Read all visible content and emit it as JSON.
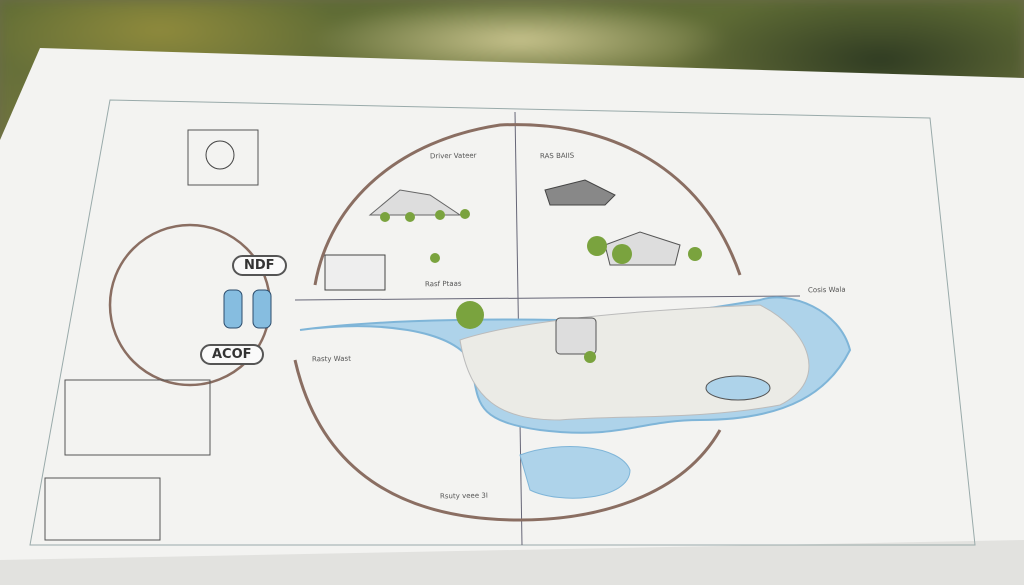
{
  "labels": {
    "ndf": "NDF",
    "acof": "ACOF",
    "top_left": "Driver Vateer",
    "top_right": "RAS BAIIS",
    "left_mid": "Rasty Wast",
    "bottom": "Rsuty veee 3I",
    "right_mid": "Cosis Wala",
    "center": "Rasf Ptaas"
  },
  "colors": {
    "paper": "#f4f4f2",
    "water": "#a9cfe6",
    "arrow": "#8a6e62",
    "tree": "#7aa33e",
    "background": "#5d6b34"
  }
}
